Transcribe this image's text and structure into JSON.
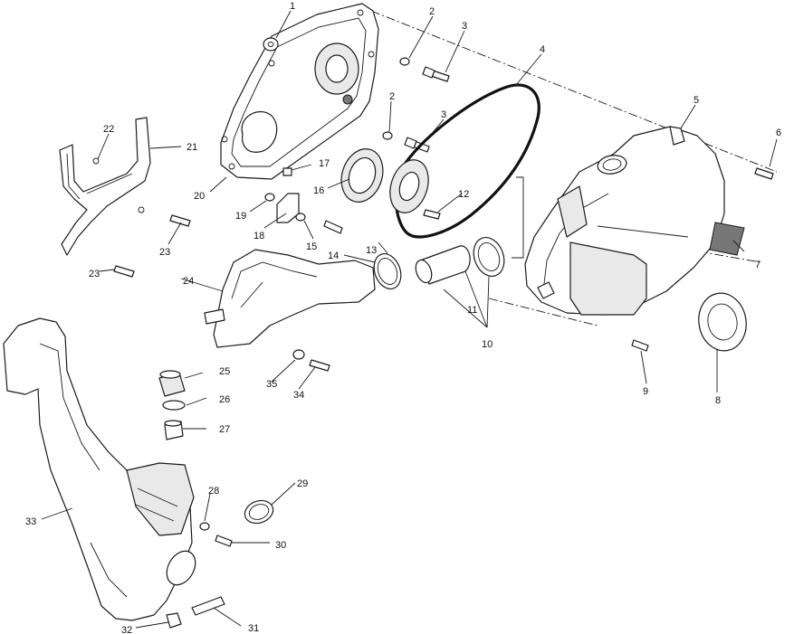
{
  "callouts": {
    "c1": "1",
    "c2a": "2",
    "c2b": "2",
    "c3a": "3",
    "c3b": "3",
    "c4": "4",
    "c5": "5",
    "c6": "6",
    "c7": "7",
    "c8": "8",
    "c9": "9",
    "c10": "10",
    "c11": "11",
    "c12": "12",
    "c13": "13",
    "c14": "14",
    "c15": "15",
    "c16": "16",
    "c17": "17",
    "c18": "18",
    "c19": "19",
    "c20": "20",
    "c21": "21",
    "c22": "22",
    "c23a": "23",
    "c23b": "23",
    "c24": "24",
    "c25": "25",
    "c26": "26",
    "c27": "27",
    "c28": "28",
    "c29": "29",
    "c30": "30",
    "c31": "31",
    "c32": "32",
    "c33": "33",
    "c34": "34",
    "c35": "35"
  }
}
